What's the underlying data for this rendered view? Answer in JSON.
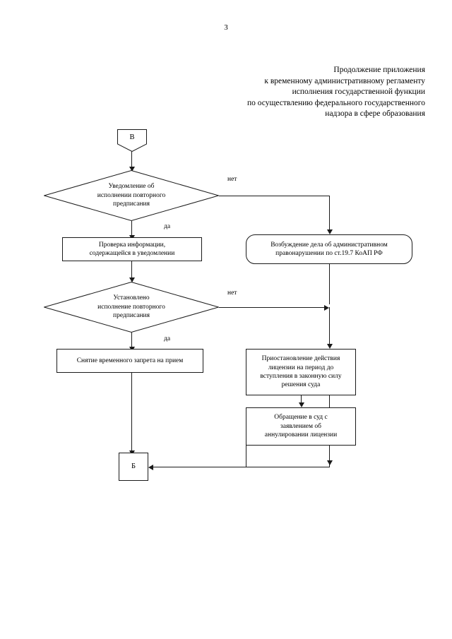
{
  "document": {
    "page_number": "3",
    "header_lines": [
      "Продолжение приложения",
      "к временному административному регламенту",
      "исполнения государственной функции",
      "по осуществлению федерального государственного",
      "надзора в сфере образования"
    ]
  },
  "flowchart": {
    "type": "flowchart",
    "nodes": {
      "start_connector": {
        "label": "В",
        "shape": "pentagon-connector"
      },
      "decision_1": {
        "label": "Уведомление об исполнении повторного предписания",
        "lines": [
          "Уведомление об",
          "исполнении повторного",
          "предписания"
        ],
        "shape": "diamond"
      },
      "process_check": {
        "label": "Проверка информации, содержащейся в уведомлении",
        "lines": [
          "Проверка информации,",
          "содержащейся в уведомлении"
        ],
        "shape": "rectangle"
      },
      "process_admin_case": {
        "label": "Возбуждение дела об административном правонарушении по ст.19.7 КоАП РФ",
        "lines": [
          "Возбуждение дела об административном",
          "правонарушении по ст.19.7 КоАП РФ"
        ],
        "shape": "rounded-rectangle"
      },
      "decision_2": {
        "label": "Установлено исполнение повторного предписания",
        "lines": [
          "Установлено",
          "исполнение повторного",
          "предписания"
        ],
        "shape": "diamond"
      },
      "process_lift_ban": {
        "label": "Снятие временного запрета на прием",
        "lines": [
          "Снятие временного запрета на прием"
        ],
        "shape": "rectangle"
      },
      "process_suspend_license": {
        "label": "Приостановление действия лицензии на период до вступления в законную силу решения суда",
        "lines": [
          "Приостановление действия",
          "лицензии на период до",
          "вступления в законную силу",
          "решения суда"
        ],
        "shape": "rectangle"
      },
      "process_court_appeal": {
        "label": "Обращение в суд с заявлением об аннулировании лицензии",
        "lines": [
          "Обращение в суд с",
          "заявлением об",
          "аннулировании лицензии"
        ],
        "shape": "rectangle"
      },
      "end_connector": {
        "label": "Б",
        "shape": "rectangle-connector"
      }
    },
    "edge_labels": {
      "decision_1_no": "нет",
      "decision_1_yes": "да",
      "decision_2_no": "нет",
      "decision_2_yes": "да"
    },
    "line_color": "#1a1a1a"
  }
}
